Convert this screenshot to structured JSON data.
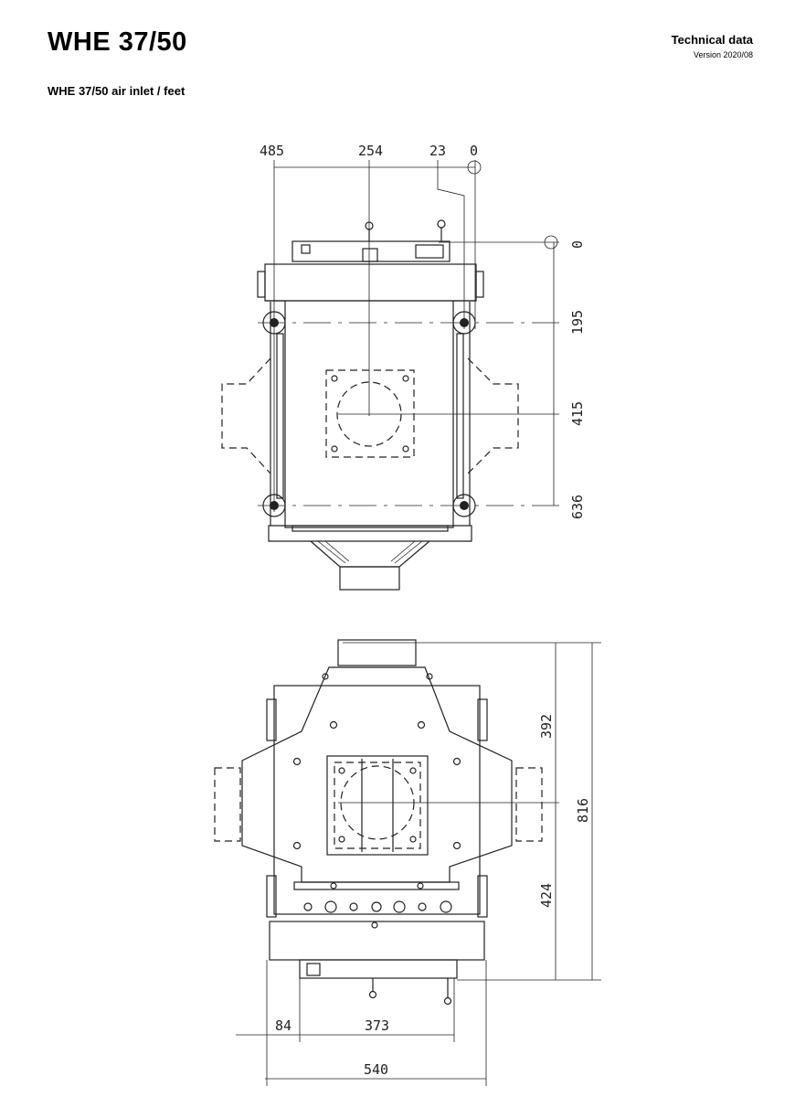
{
  "header": {
    "title": "WHE 37/50",
    "subtitle": "WHE 37/50 air inlet / feet",
    "doc_type": "Technical data",
    "version": "Version 2020/08"
  },
  "top_view": {
    "horizontal_dims": [
      "485",
      "254",
      "23",
      "0"
    ],
    "vertical_dims": [
      "0",
      "195",
      "415",
      "636"
    ]
  },
  "bottom_view": {
    "vertical_dims": [
      "392",
      "424",
      "816"
    ],
    "horizontal_dims": [
      "84",
      "373",
      "540"
    ]
  }
}
